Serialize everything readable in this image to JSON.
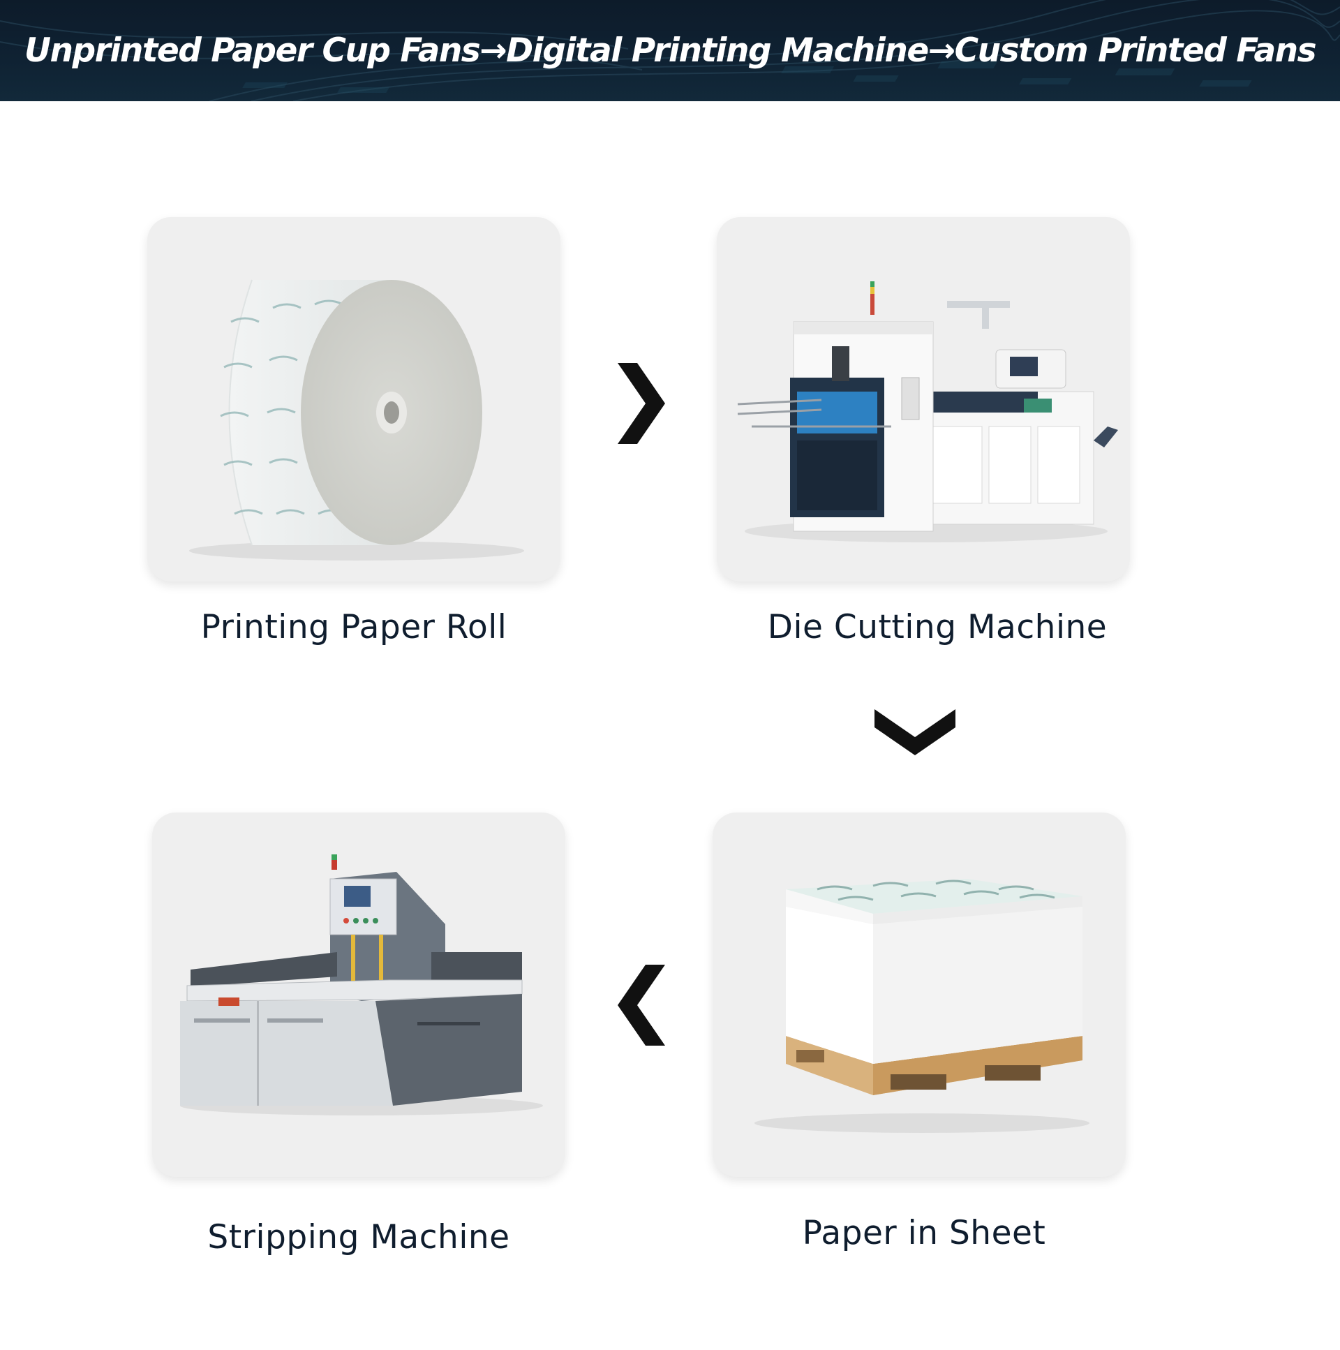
{
  "header": {
    "title": "Unprinted Paper Cup Fans→Digital Printing Machine→Custom Printed Fans"
  },
  "steps": [
    {
      "label": "Printing Paper Roll",
      "icon": "paper-roll-image"
    },
    {
      "label": "Die Cutting Machine",
      "icon": "die-cutting-machine-image"
    },
    {
      "label": "Paper in Sheet",
      "icon": "paper-stack-pallet-image"
    },
    {
      "label": "Stripping Machine",
      "icon": "stripping-machine-image"
    }
  ],
  "colors": {
    "banner": "#0d1b2a",
    "card_bg": "#efefef",
    "text": "#0f1d2e",
    "arrow": "#111111"
  }
}
